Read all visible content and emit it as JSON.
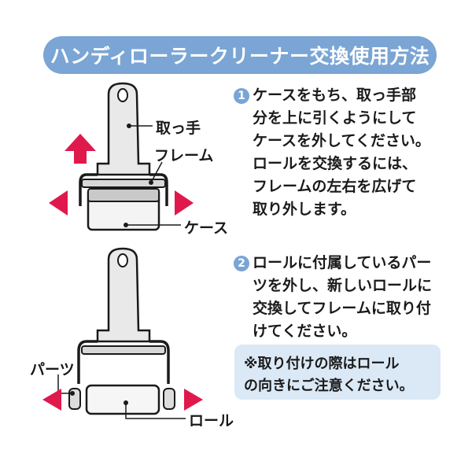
{
  "title": "ハンディローラークリーナー交換使用方法",
  "labels": {
    "handle": "取っ手",
    "frame": "フレーム",
    "case": "ケース",
    "parts": "パーツ",
    "roll": "ロール"
  },
  "step1": {
    "number": "1",
    "lines": [
      "ケースをもち、取っ手部",
      "分を上に引くようにして",
      "ケースを外してください。",
      "ロールを交換するには、",
      "フレームの左右を広げて",
      "取り外します。"
    ]
  },
  "step2": {
    "number": "2",
    "lines": [
      "ロールに付属しているパー",
      "ツを外し、新しいロールに",
      "交換してフレームに取り付",
      "けてください。"
    ]
  },
  "note": {
    "lines": [
      "※取り付けの際はロール",
      "の向きにご注意ください。"
    ]
  },
  "colors": {
    "accent": "#7aa5d4",
    "arrow": "#e0194c",
    "note_bg": "#dbe8f5"
  }
}
